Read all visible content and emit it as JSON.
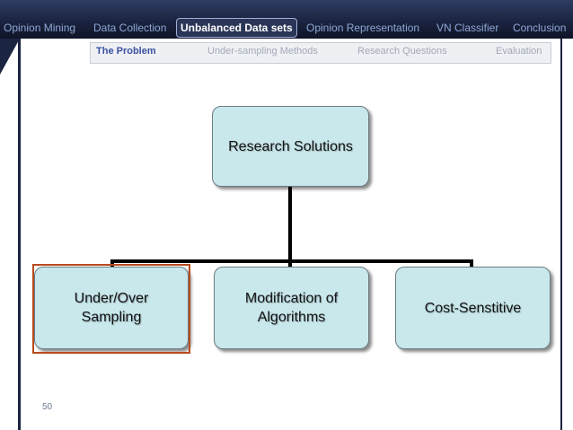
{
  "nav": {
    "tabs": [
      "Opinion Mining",
      "Data Collection",
      "Unbalanced Data sets",
      "Opinion Representation",
      "VN Classifier",
      "Conclusion"
    ],
    "active_tab": "Unbalanced Data sets"
  },
  "subnav": {
    "items": [
      "The Problem",
      "Under-sampling Methods",
      "Research Questions",
      "Evaluation"
    ],
    "active_item": "The Problem"
  },
  "diagram": {
    "root": "Research Solutions",
    "children": [
      "Under/Over Sampling",
      "Modification of Algorithms",
      "Cost-Senstitive"
    ],
    "highlighted_child": "Under/Over Sampling"
  },
  "footer": {
    "page_number": "50"
  },
  "colors": {
    "box_fill": "#c9e8ec",
    "highlight_border": "#b94a1e",
    "nav_background": "#1b2440",
    "active_subtab": "#3b4fa0"
  }
}
